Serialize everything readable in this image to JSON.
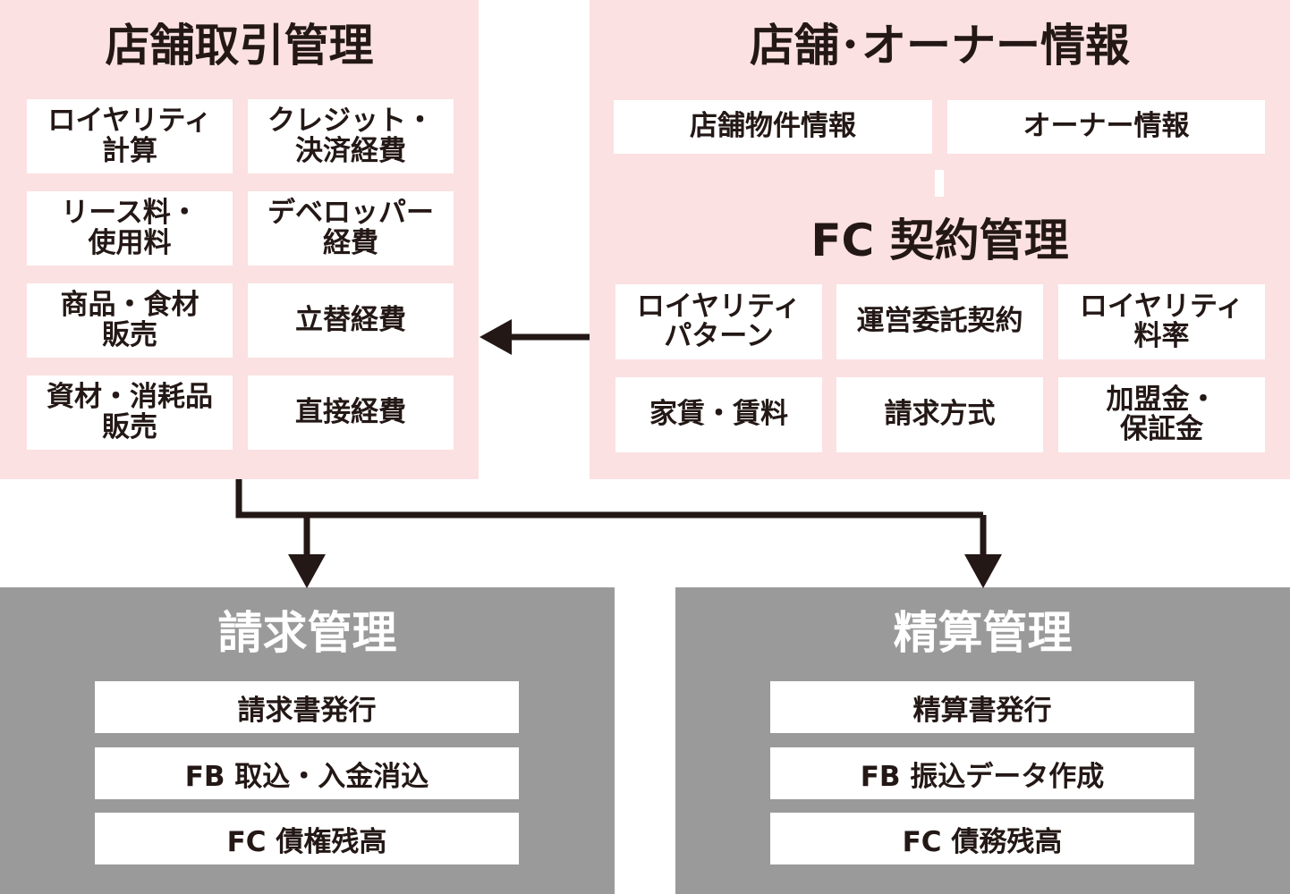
{
  "store_transaction": {
    "title": "店舗取引管理",
    "items": [
      "ロイヤリティ\n計算",
      "クレジット・\n決済経費",
      "リース料・\n使用料",
      "デベロッパー\n経費",
      "商品・食材\n販売",
      "立替経費",
      "資材・消耗品\n販売",
      "直接経費"
    ]
  },
  "store_owner_info": {
    "title": "店舗･オーナー情報",
    "items": [
      "店舗物件情報",
      "オーナー情報"
    ]
  },
  "fc_contract": {
    "title": "FC 契約管理",
    "items": [
      "ロイヤリティ\nパターン",
      "運営委託契約",
      "ロイヤリティ\n料率",
      "家賃・賃料",
      "請求方式",
      "加盟金・\n保証金"
    ]
  },
  "billing": {
    "title": "請求管理",
    "items": [
      "請求書発行",
      "FB 取込・入金消込",
      "FC 債権残高"
    ]
  },
  "settlement": {
    "title": "精算管理",
    "items": [
      "精算書発行",
      "FB 振込データ作成",
      "FC 債務残高"
    ]
  },
  "colors": {
    "pink_panel": "#fbe1e2",
    "gray_panel": "#9a9a9a",
    "arrow": "#231815"
  }
}
